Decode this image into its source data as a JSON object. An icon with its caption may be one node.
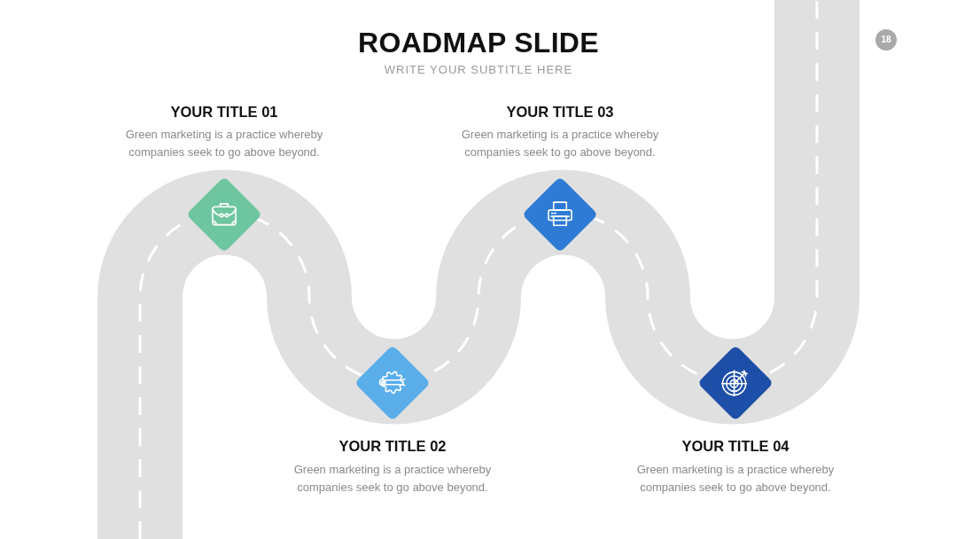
{
  "diagram": {
    "title": "ROADMAP SLIDE",
    "nodes": [
      {
        "text": [],
        "shape": "diamond",
        "beside": [
          "YOUR TITLE 01",
          "Green marketing is a practice whereby companies seek to go above beyond."
        ]
      },
      {
        "text": [],
        "shape": "diamond",
        "beside": [
          "YOUR TITLE 02",
          "Green marketing is a practice whereby companies seek to go above beyond."
        ]
      },
      {
        "text": [],
        "shape": "diamond",
        "beside": [
          "YOUR TITLE 03",
          "Green marketing is a practice whereby companies seek to go above beyond."
        ]
      },
      {
        "text": [],
        "shape": "diamond",
        "beside": [
          "YOUR TITLE 04",
          "Green marketing is a practice whereby companies seek to go above beyond."
        ]
      }
    ],
    "labels": [
      "WRITE YOUR SUBTITLE HERE",
      "18"
    ]
  }
}
